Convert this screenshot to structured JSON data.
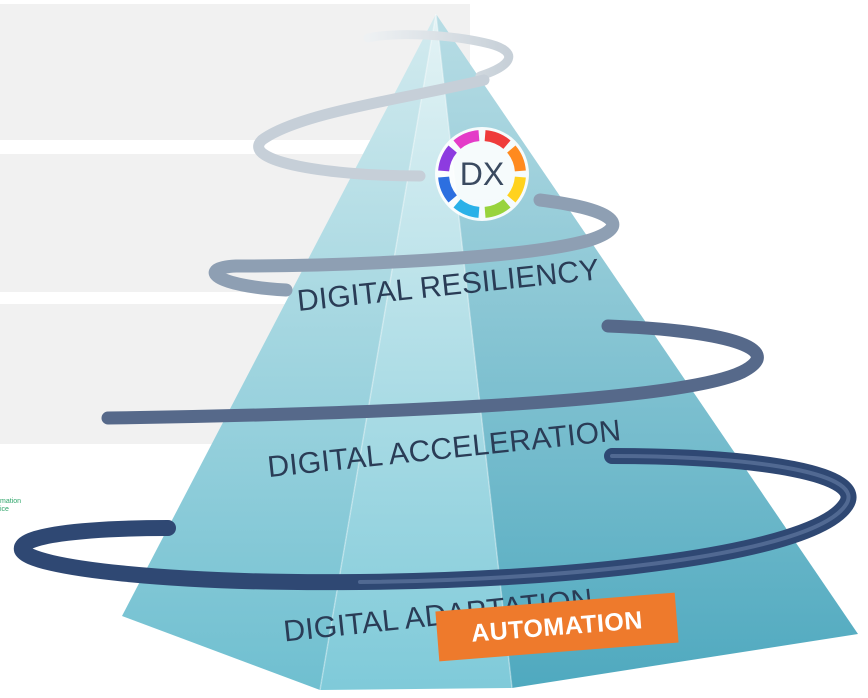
{
  "side_note": {
    "line1": "mation",
    "line2": "ice"
  },
  "pyramid": {
    "logo_text": "DX",
    "levels": [
      "DIGITAL RESILIENCY",
      "DIGITAL ACCELERATION",
      "DIGITAL ADAPTATION"
    ],
    "foundation": "AUTOMATION"
  },
  "colors": {
    "pyramid_face_top": "#bfdfe6",
    "pyramid_face_bottom": "#5fb4c8",
    "ribbon_dark": "#2f4873",
    "ribbon_light": "#d7dee4",
    "label": "#2a3c56",
    "foundation_badge": "#ee7a2c",
    "logo_segments": [
      "#ef3b3b",
      "#ff8a1f",
      "#ffd21e",
      "#98d33c",
      "#2bb1e8",
      "#2d6fe0",
      "#8d3be0",
      "#e43bc8"
    ]
  }
}
